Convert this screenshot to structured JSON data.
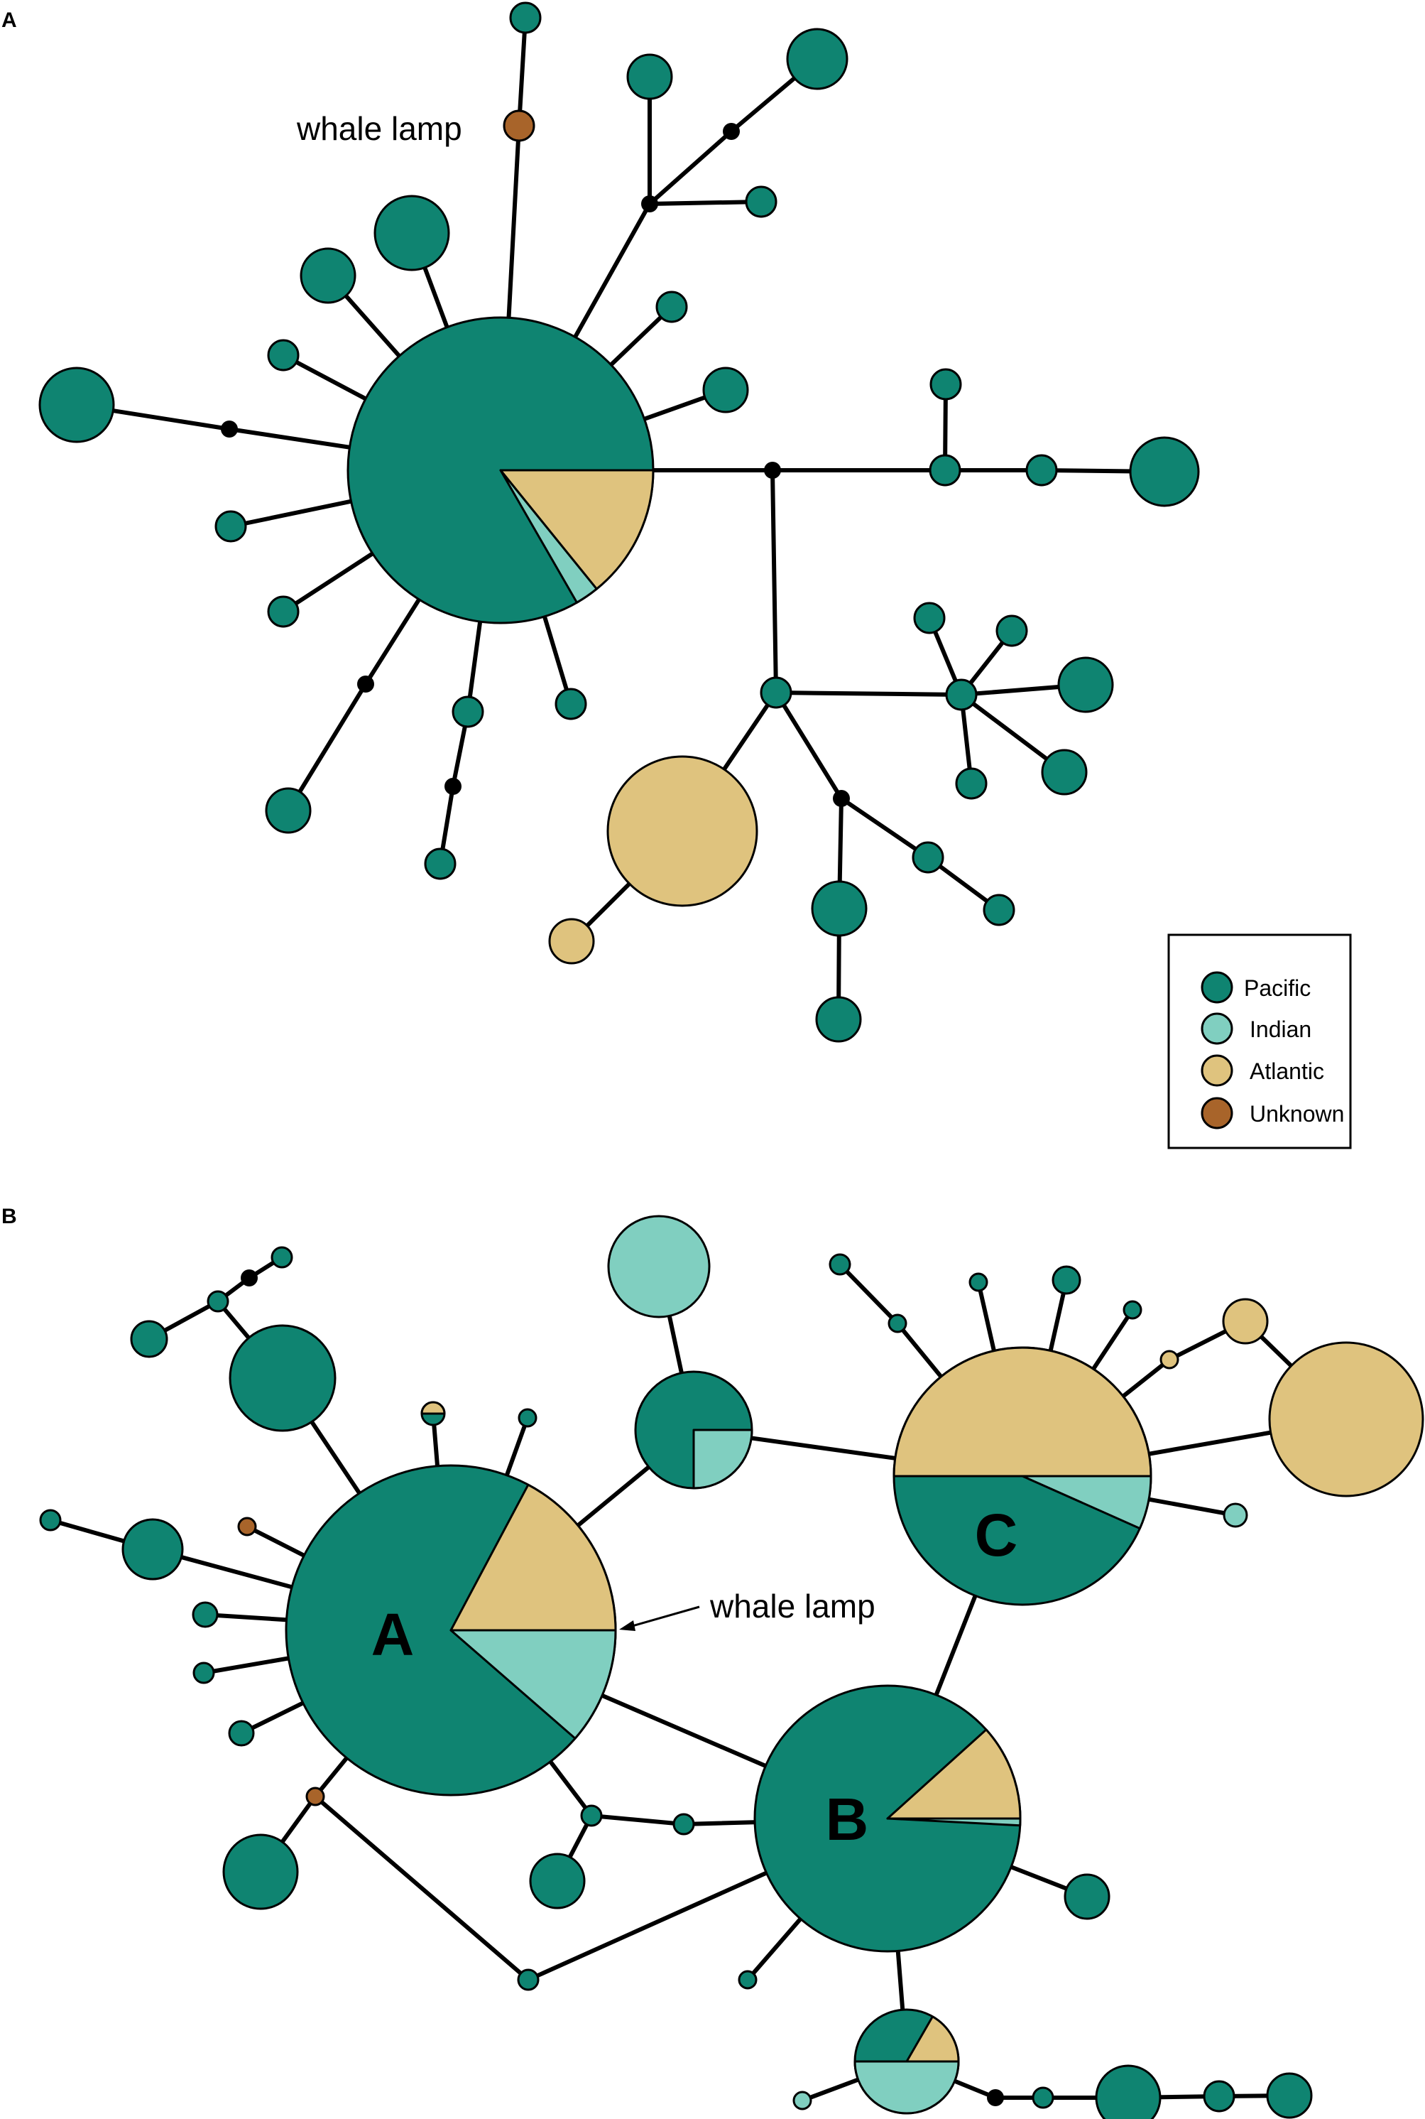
{
  "panels": {
    "a": {
      "label": "A",
      "annotation": "whale lamp"
    },
    "b": {
      "label": "B",
      "annotation": "whale lamp",
      "hubs": [
        "A",
        "B",
        "C"
      ]
    }
  },
  "legend": {
    "items": [
      {
        "key": "pacific",
        "label": "Pacific",
        "color": "#0f8471"
      },
      {
        "key": "indian",
        "label": "Indian",
        "color": "#80cfc0"
      },
      {
        "key": "atlantic",
        "label": "Atlantic",
        "color": "#dfc37e"
      },
      {
        "key": "unknown",
        "label": "Unknown",
        "color": "#a8642a"
      }
    ]
  },
  "colors": {
    "pacific": "#0f8471",
    "indian": "#80cfc0",
    "atlantic": "#dfc37e",
    "unknown": "#a8642a",
    "median_vector": "#000000"
  }
}
